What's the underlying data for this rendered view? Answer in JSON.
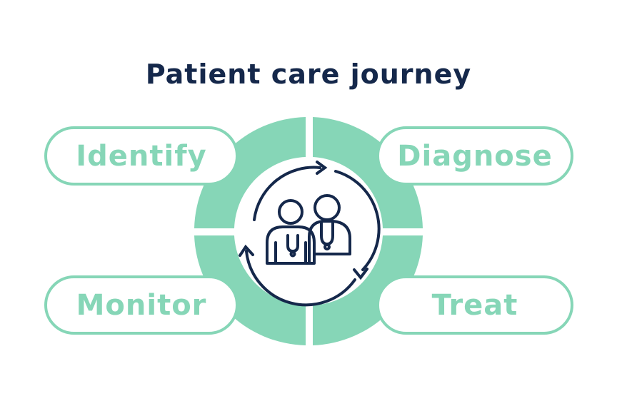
{
  "diagram": {
    "title": "Patient care journey",
    "steps": [
      {
        "id": "identify",
        "label": "Identify"
      },
      {
        "id": "diagnose",
        "label": "Diagnose"
      },
      {
        "id": "monitor",
        "label": "Monitor"
      },
      {
        "id": "treat",
        "label": "Treat"
      }
    ],
    "center_icon": "patient-and-doctor-icon",
    "cycle_icon": "circular-arrows-icon"
  },
  "colors": {
    "title": "#15284b",
    "accent": "#86d6b7",
    "icon": "#15284b",
    "background": "#ffffff"
  }
}
